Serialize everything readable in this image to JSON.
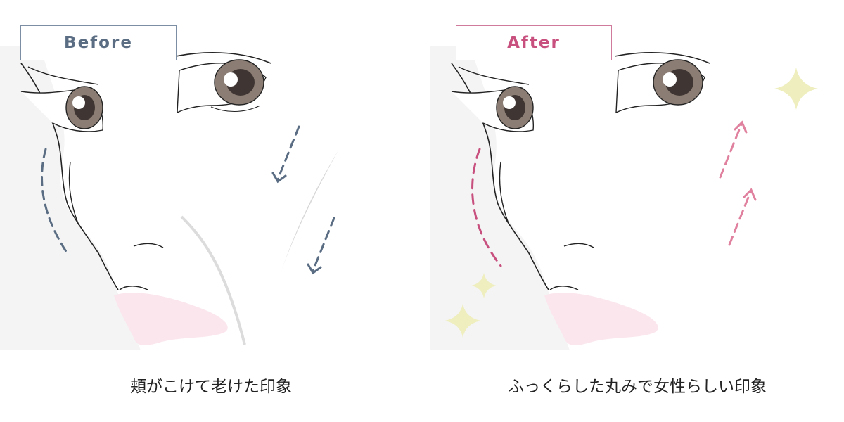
{
  "before": {
    "label": "Before",
    "caption": "頬がこけて老けた印象",
    "accent_color": "#5a6d83"
  },
  "after": {
    "label": "After",
    "caption": "ふっくらした丸みで女性らしい印象",
    "accent_color": "#c8507e",
    "arrow_color": "#e0829f",
    "sparkle_color": "#eeeebe"
  },
  "icons": {
    "down_arrow": "dashed-arrow-down-icon",
    "up_arrow": "dashed-arrow-up-icon",
    "sparkle": "sparkle-icon"
  }
}
